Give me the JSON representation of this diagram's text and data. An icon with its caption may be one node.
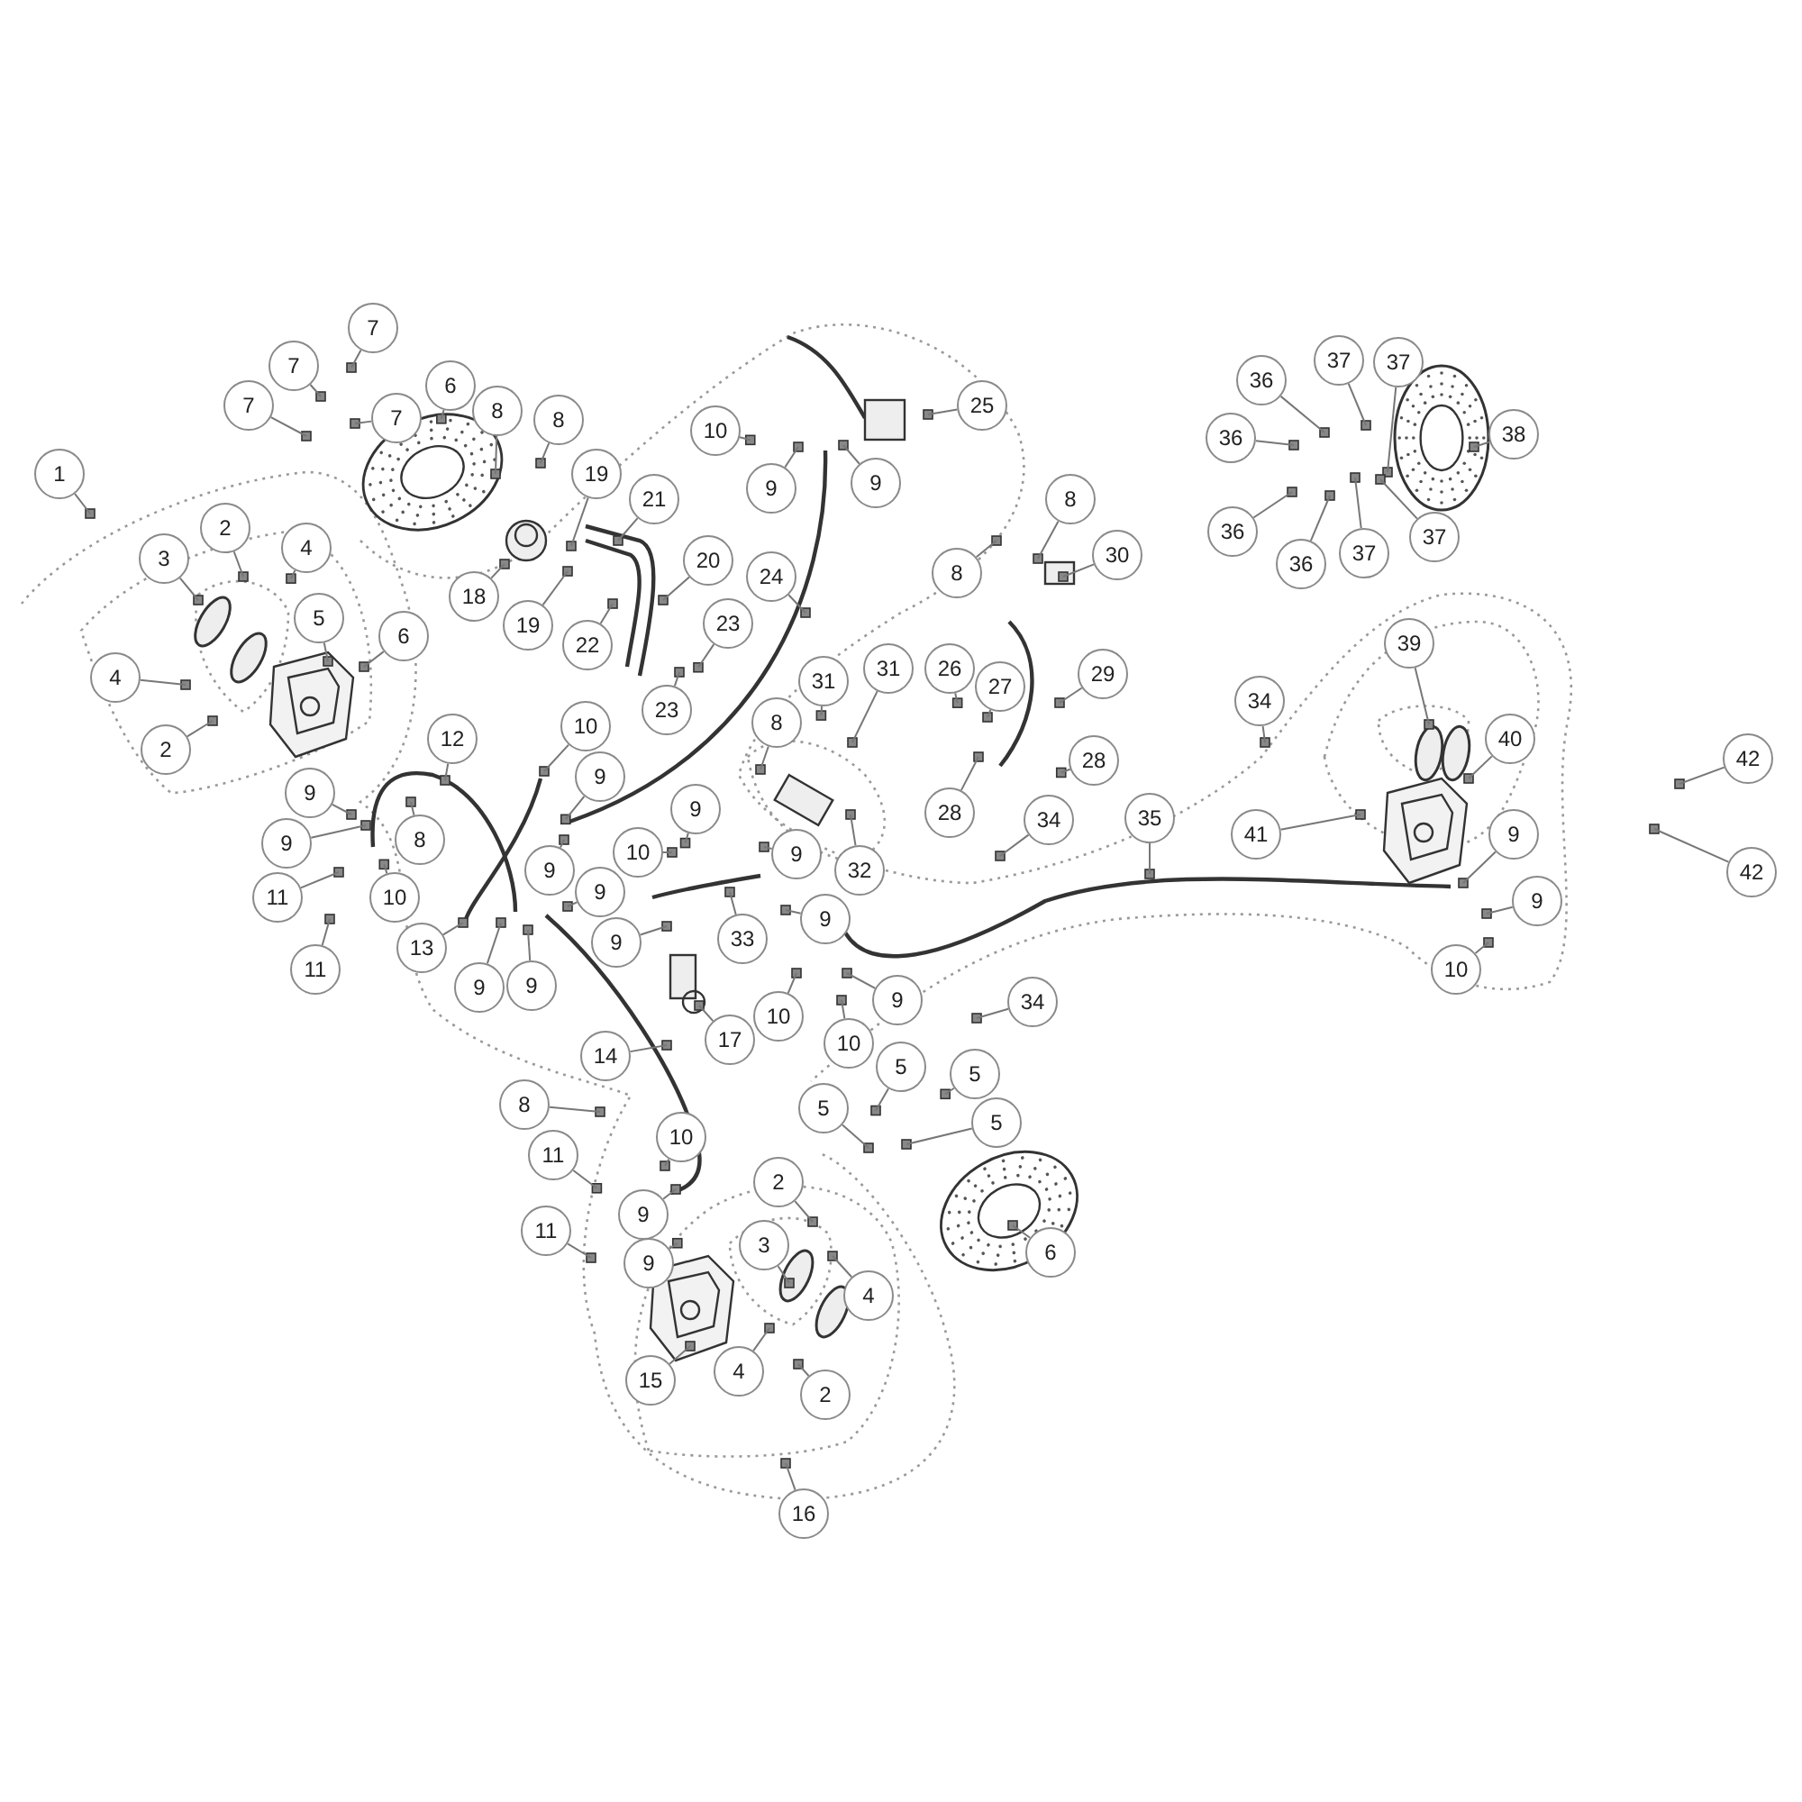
{
  "diagram": {
    "nodes": [
      {
        "text": [
          "7"
        ]
      },
      {
        "text": [
          "7"
        ]
      },
      {
        "text": [
          "7"
        ]
      },
      {
        "text": [
          "7"
        ]
      },
      {
        "text": [
          "6"
        ]
      },
      {
        "text": [
          "8"
        ]
      },
      {
        "text": [
          "8"
        ]
      },
      {
        "text": [
          "1"
        ]
      },
      {
        "text": [
          "19"
        ]
      },
      {
        "text": [
          "21"
        ]
      },
      {
        "text": [
          "10"
        ]
      },
      {
        "text": [
          "9"
        ]
      },
      {
        "text": [
          "9"
        ]
      },
      {
        "text": [
          "25"
        ]
      },
      {
        "text": [
          "2"
        ]
      },
      {
        "text": [
          "4"
        ]
      },
      {
        "text": [
          "3"
        ]
      },
      {
        "text": [
          "20"
        ]
      },
      {
        "text": [
          "24"
        ]
      },
      {
        "text": [
          "18"
        ]
      },
      {
        "text": [
          "19"
        ]
      },
      {
        "text": [
          "22"
        ]
      },
      {
        "text": [
          "23"
        ]
      },
      {
        "text": [
          "23"
        ]
      },
      {
        "text": [
          "5"
        ]
      },
      {
        "text": [
          "6"
        ]
      },
      {
        "text": [
          "4"
        ]
      },
      {
        "text": [
          "2"
        ]
      },
      {
        "text": [
          "36"
        ]
      },
      {
        "text": [
          "37"
        ]
      },
      {
        "text": [
          "37"
        ]
      },
      {
        "text": [
          "36"
        ]
      },
      {
        "text": [
          "38"
        ]
      },
      {
        "text": [
          "36"
        ]
      },
      {
        "text": [
          "36"
        ]
      },
      {
        "text": [
          "37"
        ]
      },
      {
        "text": [
          "37"
        ]
      },
      {
        "text": [
          "8"
        ]
      },
      {
        "text": [
          "8"
        ]
      },
      {
        "text": [
          "30"
        ]
      },
      {
        "text": [
          "31"
        ]
      },
      {
        "text": [
          "31"
        ]
      },
      {
        "text": [
          "26"
        ]
      },
      {
        "text": [
          "27"
        ]
      },
      {
        "text": [
          "29"
        ]
      },
      {
        "text": [
          "39"
        ]
      },
      {
        "text": [
          "34"
        ]
      },
      {
        "text": [
          "8"
        ]
      },
      {
        "text": [
          "12"
        ]
      },
      {
        "text": [
          "10"
        ]
      },
      {
        "text": [
          "40"
        ]
      },
      {
        "text": [
          "42"
        ]
      },
      {
        "text": [
          "28"
        ]
      },
      {
        "text": [
          "9"
        ]
      },
      {
        "text": [
          "9"
        ]
      },
      {
        "text": [
          "9"
        ]
      },
      {
        "text": [
          "28"
        ]
      },
      {
        "text": [
          "34"
        ]
      },
      {
        "text": [
          "35"
        ]
      },
      {
        "text": [
          "41"
        ]
      },
      {
        "text": [
          "9"
        ]
      },
      {
        "text": [
          "8"
        ]
      },
      {
        "text": [
          "9"
        ]
      },
      {
        "text": [
          "10"
        ]
      },
      {
        "text": [
          "9"
        ]
      },
      {
        "text": [
          "32"
        ]
      },
      {
        "text": [
          "9"
        ]
      },
      {
        "text": [
          "42"
        ]
      },
      {
        "text": [
          "9"
        ]
      },
      {
        "text": [
          "11"
        ]
      },
      {
        "text": [
          "10"
        ]
      },
      {
        "text": [
          "9"
        ]
      },
      {
        "text": [
          "9"
        ]
      },
      {
        "text": [
          "33"
        ]
      },
      {
        "text": [
          "9"
        ]
      },
      {
        "text": [
          "13"
        ]
      },
      {
        "text": [
          "11"
        ]
      },
      {
        "text": [
          "10"
        ]
      },
      {
        "text": [
          "9"
        ]
      },
      {
        "text": [
          "9"
        ]
      },
      {
        "text": [
          "9"
        ]
      },
      {
        "text": [
          "34"
        ]
      },
      {
        "text": [
          "10"
        ]
      },
      {
        "text": [
          "17"
        ]
      },
      {
        "text": [
          "10"
        ]
      },
      {
        "text": [
          "14"
        ]
      },
      {
        "text": [
          "5"
        ]
      },
      {
        "text": [
          "5"
        ]
      },
      {
        "text": [
          "8"
        ]
      },
      {
        "text": [
          "5"
        ]
      },
      {
        "text": [
          "5"
        ]
      },
      {
        "text": [
          "10"
        ]
      },
      {
        "text": [
          "11"
        ]
      },
      {
        "text": [
          "2"
        ]
      },
      {
        "text": [
          "9"
        ]
      },
      {
        "text": [
          "11"
        ]
      },
      {
        "text": [
          "3"
        ]
      },
      {
        "text": [
          "6"
        ]
      },
      {
        "text": [
          "9"
        ]
      },
      {
        "text": [
          "4"
        ]
      },
      {
        "text": [
          "4"
        ]
      },
      {
        "text": [
          "15"
        ]
      },
      {
        "text": [
          "2"
        ]
      },
      {
        "text": [
          "16"
        ]
      }
    ],
    "edges": [
      {
        "from": 0,
        "to": null,
        "arrow": "none"
      },
      {
        "from": 1,
        "to": null,
        "arrow": "none"
      },
      {
        "from": 2,
        "to": null,
        "arrow": "none"
      },
      {
        "from": 3,
        "to": null,
        "arrow": "none"
      },
      {
        "from": 4,
        "to": null,
        "arrow": "none"
      },
      {
        "from": 5,
        "to": null,
        "arrow": "none"
      },
      {
        "from": 6,
        "to": null,
        "arrow": "none"
      },
      {
        "from": 7,
        "to": null,
        "arrow": "none"
      },
      {
        "from": 8,
        "to": null,
        "arrow": "none"
      },
      {
        "from": 9,
        "to": null,
        "arrow": "none"
      },
      {
        "from": 10,
        "to": null,
        "arrow": "none"
      },
      {
        "from": 11,
        "to": null,
        "arrow": "none"
      },
      {
        "from": 12,
        "to": null,
        "arrow": "none"
      },
      {
        "from": 13,
        "to": null,
        "arrow": "none"
      },
      {
        "from": 14,
        "to": null,
        "arrow": "none"
      },
      {
        "from": 15,
        "to": null,
        "arrow": "none"
      },
      {
        "from": 16,
        "to": null,
        "arrow": "none"
      },
      {
        "from": 17,
        "to": null,
        "arrow": "none"
      },
      {
        "from": 18,
        "to": null,
        "arrow": "none"
      },
      {
        "from": 19,
        "to": null,
        "arrow": "none"
      },
      {
        "from": 20,
        "to": null,
        "arrow": "none"
      },
      {
        "from": 21,
        "to": null,
        "arrow": "none"
      },
      {
        "from": 22,
        "to": null,
        "arrow": "none"
      },
      {
        "from": 23,
        "to": null,
        "arrow": "none"
      },
      {
        "from": 24,
        "to": null,
        "arrow": "none"
      },
      {
        "from": 25,
        "to": null,
        "arrow": "none"
      },
      {
        "from": 26,
        "to": null,
        "arrow": "none"
      },
      {
        "from": 27,
        "to": null,
        "arrow": "none"
      },
      {
        "from": 28,
        "to": null,
        "arrow": "none"
      },
      {
        "from": 29,
        "to": null,
        "arrow": "none"
      },
      {
        "from": 30,
        "to": null,
        "arrow": "none"
      },
      {
        "from": 31,
        "to": null,
        "arrow": "none"
      },
      {
        "from": 32,
        "to": null,
        "arrow": "none"
      },
      {
        "from": 33,
        "to": null,
        "arrow": "none"
      },
      {
        "from": 34,
        "to": null,
        "arrow": "none"
      },
      {
        "from": 35,
        "to": null,
        "arrow": "none"
      },
      {
        "from": 36,
        "to": null,
        "arrow": "none"
      },
      {
        "from": 37,
        "to": null,
        "arrow": "none"
      },
      {
        "from": 38,
        "to": null,
        "arrow": "none"
      },
      {
        "from": 39,
        "to": null,
        "arrow": "none"
      },
      {
        "from": 40,
        "to": null,
        "arrow": "none"
      },
      {
        "from": 41,
        "to": null,
        "arrow": "none"
      },
      {
        "from": 42,
        "to": null,
        "arrow": "none"
      },
      {
        "from": 43,
        "to": null,
        "arrow": "none"
      },
      {
        "from": 44,
        "to": null,
        "arrow": "none"
      },
      {
        "from": 45,
        "to": null,
        "arrow": "none"
      },
      {
        "from": 46,
        "to": null,
        "arrow": "none"
      },
      {
        "from": 47,
        "to": null,
        "arrow": "none"
      },
      {
        "from": 48,
        "to": null,
        "arrow": "none"
      },
      {
        "from": 49,
        "to": null,
        "arrow": "none"
      },
      {
        "from": 50,
        "to": null,
        "arrow": "none"
      },
      {
        "from": 51,
        "to": null,
        "arrow": "none"
      },
      {
        "from": 52,
        "to": null,
        "arrow": "none"
      },
      {
        "from": 53,
        "to": null,
        "arrow": "none"
      },
      {
        "from": 54,
        "to": null,
        "arrow": "none"
      },
      {
        "from": 55,
        "to": null,
        "arrow": "none"
      },
      {
        "from": 56,
        "to": null,
        "arrow": "none"
      },
      {
        "from": 57,
        "to": null,
        "arrow": "none"
      },
      {
        "from": 58,
        "to": null,
        "arrow": "none"
      },
      {
        "from": 59,
        "to": null,
        "arrow": "none"
      },
      {
        "from": 60,
        "to": null,
        "arrow": "none"
      },
      {
        "from": 61,
        "to": null,
        "arrow": "none"
      },
      {
        "from": 62,
        "to": null,
        "arrow": "none"
      },
      {
        "from": 63,
        "to": null,
        "arrow": "none"
      },
      {
        "from": 64,
        "to": null,
        "arrow": "none"
      },
      {
        "from": 65,
        "to": null,
        "arrow": "none"
      },
      {
        "from": 66,
        "to": null,
        "arrow": "none"
      },
      {
        "from": 67,
        "to": null,
        "arrow": "none"
      },
      {
        "from": 68,
        "to": null,
        "arrow": "none"
      },
      {
        "from": 69,
        "to": null,
        "arrow": "none"
      },
      {
        "from": 70,
        "to": null,
        "arrow": "none"
      },
      {
        "from": 71,
        "to": null,
        "arrow": "none"
      },
      {
        "from": 72,
        "to": null,
        "arrow": "none"
      },
      {
        "from": 73,
        "to": null,
        "arrow": "none"
      },
      {
        "from": 74,
        "to": null,
        "arrow": "none"
      },
      {
        "from": 75,
        "to": null,
        "arrow": "none"
      },
      {
        "from": 76,
        "to": null,
        "arrow": "none"
      },
      {
        "from": 77,
        "to": null,
        "arrow": "none"
      },
      {
        "from": 78,
        "to": null,
        "arrow": "none"
      },
      {
        "from": 79,
        "to": null,
        "arrow": "none"
      },
      {
        "from": 80,
        "to": null,
        "arrow": "none"
      },
      {
        "from": 81,
        "to": null,
        "arrow": "none"
      },
      {
        "from": 82,
        "to": null,
        "arrow": "none"
      },
      {
        "from": 83,
        "to": null,
        "arrow": "none"
      },
      {
        "from": 84,
        "to": null,
        "arrow": "none"
      },
      {
        "from": 85,
        "to": null,
        "arrow": "none"
      },
      {
        "from": 86,
        "to": null,
        "arrow": "none"
      },
      {
        "from": 87,
        "to": null,
        "arrow": "none"
      },
      {
        "from": 88,
        "to": null,
        "arrow": "none"
      },
      {
        "from": 89,
        "to": null,
        "arrow": "none"
      },
      {
        "from": 90,
        "to": null,
        "arrow": "none"
      },
      {
        "from": 91,
        "to": null,
        "arrow": "none"
      },
      {
        "from": 92,
        "to": null,
        "arrow": "none"
      },
      {
        "from": 93,
        "to": null,
        "arrow": "none"
      },
      {
        "from": 94,
        "to": null,
        "arrow": "none"
      },
      {
        "from": 95,
        "to": null,
        "arrow": "none"
      },
      {
        "from": 96,
        "to": null,
        "arrow": "none"
      },
      {
        "from": 97,
        "to": null,
        "arrow": "none"
      },
      {
        "from": 98,
        "to": null,
        "arrow": "none"
      },
      {
        "from": 99,
        "to": null,
        "arrow": "none"
      },
      {
        "from": 100,
        "to": null,
        "arrow": "none"
      },
      {
        "from": 101,
        "to": null,
        "arrow": "none"
      },
      {
        "from": 102,
        "to": null,
        "arrow": "none"
      },
      {
        "from": 103,
        "to": null,
        "arrow": "none"
      }
    ]
  }
}
